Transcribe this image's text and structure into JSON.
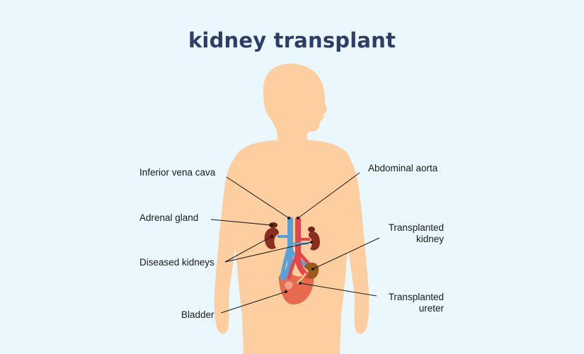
{
  "title": "kidney transplant",
  "colors": {
    "background": "#eaf7fd",
    "body": "#fdcfa0",
    "title": "#2c3e66",
    "vein": "#5a9fd6",
    "artery": "#e0474c",
    "kidney": "#8a2e1f",
    "transplanted_kidney": "#9c5a1a",
    "bladder": "#e66a4e"
  },
  "labels": {
    "inferior_vena_cava": "Inferior vena cava",
    "abdominal_aorta": "Abdominal aorta",
    "adrenal_gland": "Adrenal gland",
    "transplanted_kidney_line1": "Transplanted",
    "transplanted_kidney_line2": "kidney",
    "diseased_kidneys": "Diseased kidneys",
    "transplanted_ureter_line1": "Transplanted",
    "transplanted_ureter_line2": "ureter",
    "bladder": "Bladder"
  }
}
